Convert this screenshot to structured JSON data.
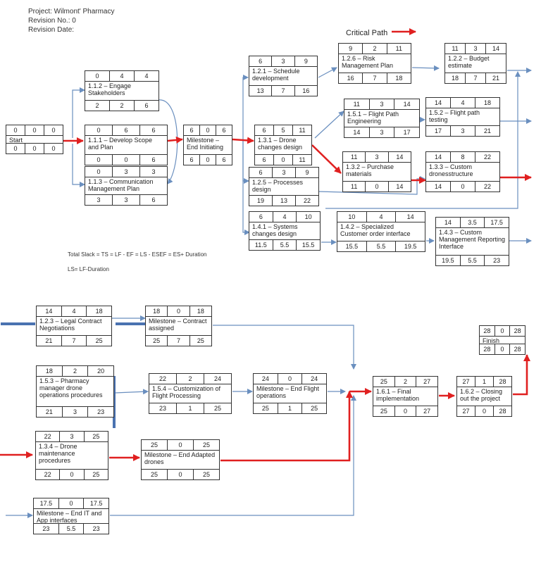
{
  "header": {
    "project": "Project: Wilmont' Pharmacy",
    "revision_no": "Revision No.: 0",
    "revision_date": "Revision Date:"
  },
  "legend": {
    "label": "Critical Path",
    "color": "#e02020"
  },
  "notes": {
    "slack": "Total Slack = TS = LF - EF = LS - ESEF = ES+ Duration",
    "ls": "LS= LF-Duration"
  },
  "colors": {
    "critical": "#e02020",
    "normal": "#6a8fbf",
    "thick": "#4a72b0"
  },
  "nodes": [
    {
      "id": "start",
      "label": "Start",
      "es": "0",
      "dur": "0",
      "ef": "0",
      "ls": "0",
      "ts": "0",
      "lf": "0"
    },
    {
      "id": "n112",
      "label": "1.1.2 – Engage Stakeholders",
      "es": "0",
      "dur": "4",
      "ef": "4",
      "ls": "2",
      "ts": "2",
      "lf": "6"
    },
    {
      "id": "n111",
      "label": "1.1.1 – Develop Scope and Plan",
      "es": "0",
      "dur": "6",
      "ef": "6",
      "ls": "0",
      "ts": "0",
      "lf": "6"
    },
    {
      "id": "n113",
      "label": "1.1.3 – Communication Management Plan",
      "es": "0",
      "dur": "3",
      "ef": "3",
      "ls": "3",
      "ts": "3",
      "lf": "6"
    },
    {
      "id": "ms_init",
      "label": "Milestone – End Initiating",
      "es": "6",
      "dur": "0",
      "ef": "6",
      "ls": "6",
      "ts": "0",
      "lf": "6"
    },
    {
      "id": "n121",
      "label": "1.2.1 – Schedule development",
      "es": "6",
      "dur": "3",
      "ef": "9",
      "ls": "13",
      "ts": "7",
      "lf": "16"
    },
    {
      "id": "n131",
      "label": "1.3.1 – Drone changes design",
      "es": "6",
      "dur": "5",
      "ef": "11",
      "ls": "6",
      "ts": "0",
      "lf": "11"
    },
    {
      "id": "n125",
      "label": "1.2.5 – Processes design",
      "es": "6",
      "dur": "3",
      "ef": "9",
      "ls": "19",
      "ts": "13",
      "lf": "22"
    },
    {
      "id": "n141",
      "label": "1.4.1 – Systems changes design",
      "es": "6",
      "dur": "4",
      "ef": "10",
      "ls": "11.5",
      "ts": "5.5",
      "lf": "15.5"
    },
    {
      "id": "n126",
      "label": "1.2.6 – Risk Management Plan",
      "es": "9",
      "dur": "2",
      "ef": "11",
      "ls": "16",
      "ts": "7",
      "lf": "18"
    },
    {
      "id": "n122",
      "label": "1.2.2 – Budget estimate",
      "es": "11",
      "dur": "3",
      "ef": "14",
      "ls": "18",
      "ts": "7",
      "lf": "21"
    },
    {
      "id": "n151",
      "label": "1.5.1 – Flight Path Engineering",
      "es": "11",
      "dur": "3",
      "ef": "14",
      "ls": "14",
      "ts": "3",
      "lf": "17"
    },
    {
      "id": "n152",
      "label": "1.5.2 – Flight path testing",
      "es": "14",
      "dur": "4",
      "ef": "18",
      "ls": "17",
      "ts": "3",
      "lf": "21"
    },
    {
      "id": "n132",
      "label": "1.3.2 – Purchase materials",
      "es": "11",
      "dur": "3",
      "ef": "14",
      "ls": "11",
      "ts": "0",
      "lf": "14"
    },
    {
      "id": "n133",
      "label": "1.3.3 – Custom dronesstructure",
      "es": "14",
      "dur": "8",
      "ef": "22",
      "ls": "14",
      "ts": "0",
      "lf": "22"
    },
    {
      "id": "n142",
      "label": "1.4.2 – Specialized Customer order interface",
      "es": "10",
      "dur": "4",
      "ef": "14",
      "ls": "15.5",
      "ts": "5.5",
      "lf": "19.5"
    },
    {
      "id": "n143",
      "label": "1.4.3 – Custom Management Reporting Interface",
      "es": "14",
      "dur": "3.5",
      "ef": "17.5",
      "ls": "19.5",
      "ts": "5.5",
      "lf": "23"
    },
    {
      "id": "n123",
      "label": "1.2.3 – Legal Contract Negotiations",
      "es": "14",
      "dur": "4",
      "ef": "18",
      "ls": "21",
      "ts": "7",
      "lf": "25"
    },
    {
      "id": "ms_contract",
      "label": "Milestone – Contract assigned",
      "es": "18",
      "dur": "0",
      "ef": "18",
      "ls": "25",
      "ts": "7",
      "lf": "25"
    },
    {
      "id": "n153",
      "label": "1.5.3 – Pharmacy manager drone operations procedures",
      "es": "18",
      "dur": "2",
      "ef": "20",
      "ls": "21",
      "ts": "3",
      "lf": "23"
    },
    {
      "id": "n154",
      "label": "1.5.4 – Customization of Flight Processing",
      "es": "22",
      "dur": "2",
      "ef": "24",
      "ls": "23",
      "ts": "1",
      "lf": "25"
    },
    {
      "id": "ms_flight",
      "label": "Milestone – End Flight operations",
      "es": "24",
      "dur": "0",
      "ef": "24",
      "ls": "25",
      "ts": "1",
      "lf": "25"
    },
    {
      "id": "n161",
      "label": "1.6.1 – Final implementation",
      "es": "25",
      "dur": "2",
      "ef": "27",
      "ls": "25",
      "ts": "0",
      "lf": "27"
    },
    {
      "id": "n162",
      "label": "1.6.2 – Closing out the project",
      "es": "27",
      "dur": "1",
      "ef": "28",
      "ls": "27",
      "ts": "0",
      "lf": "28"
    },
    {
      "id": "finish",
      "label": "Finish",
      "es": "28",
      "dur": "0",
      "ef": "28",
      "ls": "28",
      "ts": "0",
      "lf": "28"
    },
    {
      "id": "n134",
      "label": "1.3.4 – Drone maintenance procedures",
      "es": "22",
      "dur": "3",
      "ef": "25",
      "ls": "22",
      "ts": "0",
      "lf": "25"
    },
    {
      "id": "ms_drones",
      "label": "Milestone – End Adapted drones",
      "es": "25",
      "dur": "0",
      "ef": "25",
      "ls": "25",
      "ts": "0",
      "lf": "25"
    },
    {
      "id": "ms_it",
      "label": "Milestone – End IT and App interfaces",
      "es": "17.5",
      "dur": "0",
      "ef": "17.5",
      "ls": "23",
      "ts": "5.5",
      "lf": "23"
    }
  ]
}
